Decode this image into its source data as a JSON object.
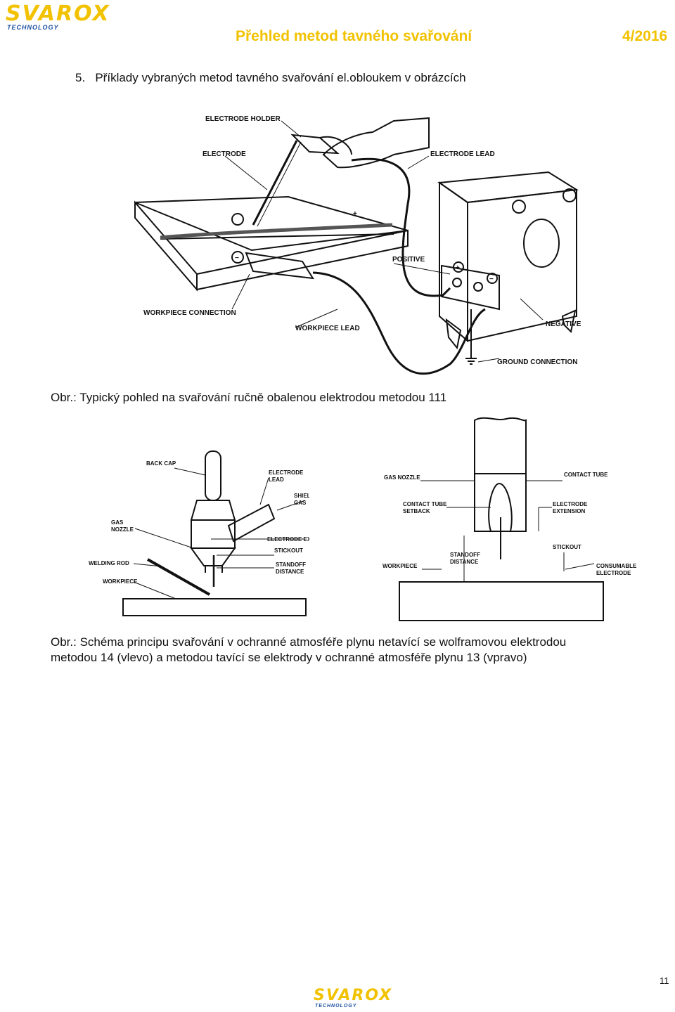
{
  "header": {
    "logo_text": "SVAROX",
    "logo_subtext": "TECHNOLOGY",
    "title": "Přehled metod tavného svařování",
    "issue": "4/2016"
  },
  "section": {
    "heading": "5.   Příklady vybraných metod tavného svařování el.obloukem v obrázcích"
  },
  "figure1": {
    "labels": {
      "electrode_holder": "ELECTRODE HOLDER",
      "electrode": "ELECTRODE",
      "electrode_lead": "ELECTRODE LEAD",
      "positive": "POSITIVE",
      "workpiece_connection": "WORKPIECE CONNECTION",
      "workpiece_lead": "WORKPIECE LEAD",
      "negative": "NEGATIVE",
      "ground_connection": "GROUND CONNECTION",
      "plus": "+",
      "minus": "−"
    },
    "caption": "Obr.: Typický pohled na svařování ručně obalenou elektrodou metodou 111"
  },
  "figure2": {
    "left_labels": {
      "back_cap": "BACK CAP",
      "electrode_lead_1": "ELECTRODE",
      "electrode_lead_2": "LEAD",
      "shielding_gas_1": "SHIELDING",
      "shielding_gas_2": "GAS",
      "gas_nozzle_1": "GAS",
      "gas_nozzle_2": "NOZZLE",
      "electrode_extension": "ELECTRODE EXTENSION",
      "stickout": "STICKOUT",
      "welding_rod": "WELDING ROD",
      "standoff_distance_1": "STANDOFF",
      "standoff_distance_2": "DISTANCE",
      "workpiece": "WORKPIECE"
    },
    "right_labels": {
      "gas_nozzle": "GAS NOZZLE",
      "contact_tube": "CONTACT TUBE",
      "contact_tube_setback_1": "CONTACT TUBE",
      "contact_tube_setback_2": "SETBACK",
      "electrode_extension_1": "ELECTRODE",
      "electrode_extension_2": "EXTENSION",
      "stickout": "STICKOUT",
      "standoff_distance_1": "STANDOFF",
      "standoff_distance_2": "DISTANCE",
      "workpiece": "WORKPIECE",
      "consumable_electrode_1": "CONSUMABLE",
      "consumable_electrode_2": "ELECTRODE"
    },
    "caption_line1": "Obr.: Schéma principu svařování v ochranné atmosféře plynu netavící se wolframovou elektrodou",
    "caption_line2": "metodou 14 (vlevo) a metodou tavící se elektrody v ochranné atmosféře plynu 13 (vpravo)"
  },
  "footer": {
    "page_number": "11",
    "logo_text": "SVAROX",
    "logo_subtext": "TECHNOLOGY"
  },
  "colors": {
    "brand_yellow": "#f2c200",
    "brand_blue": "#1a4fa0",
    "text": "#111111"
  }
}
